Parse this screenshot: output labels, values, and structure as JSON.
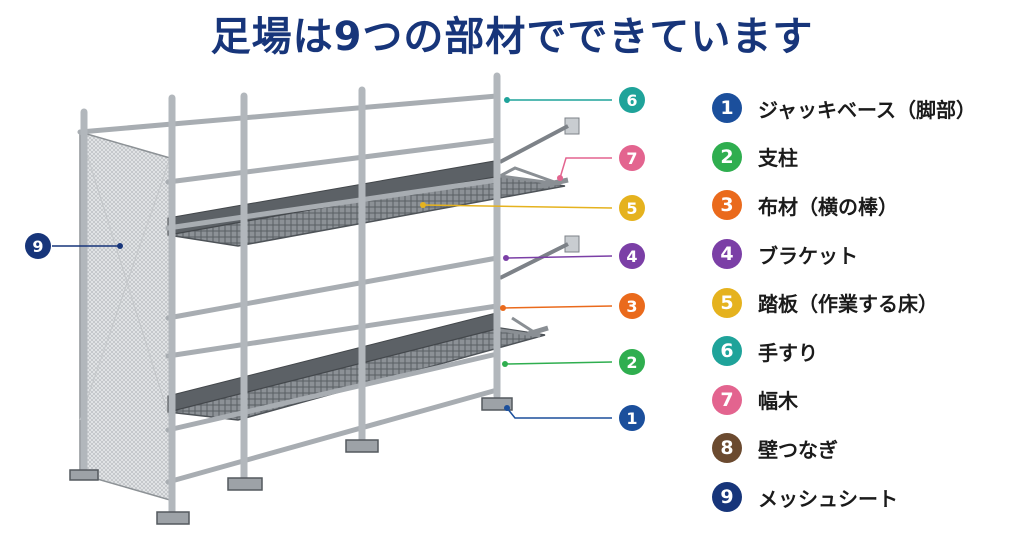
{
  "title": "足場は9つの部材でできています",
  "colors": {
    "title": "#17357a",
    "pipe": "#b9bec4",
    "pipe_dark": "#6f757b",
    "deck": "#5c6166",
    "mesh": "#d6d8da"
  },
  "parts": [
    {
      "num": "1",
      "label": "ジャッキベース（脚部）",
      "color": "#1b4f9c"
    },
    {
      "num": "2",
      "label": "支柱",
      "color": "#2fae4f"
    },
    {
      "num": "3",
      "label": "布材（横の棒）",
      "color": "#ea6a1c"
    },
    {
      "num": "4",
      "label": "ブラケット",
      "color": "#7b3fa6"
    },
    {
      "num": "5",
      "label": "踏板（作業する床）",
      "color": "#e5b21e"
    },
    {
      "num": "6",
      "label": "手すり",
      "color": "#1fa39a"
    },
    {
      "num": "7",
      "label": "幅木",
      "color": "#e3648f"
    },
    {
      "num": "8",
      "label": "壁つなぎ",
      "color": "#6b4a2f"
    },
    {
      "num": "9",
      "label": "メッシュシート",
      "color": "#17357a"
    }
  ]
}
